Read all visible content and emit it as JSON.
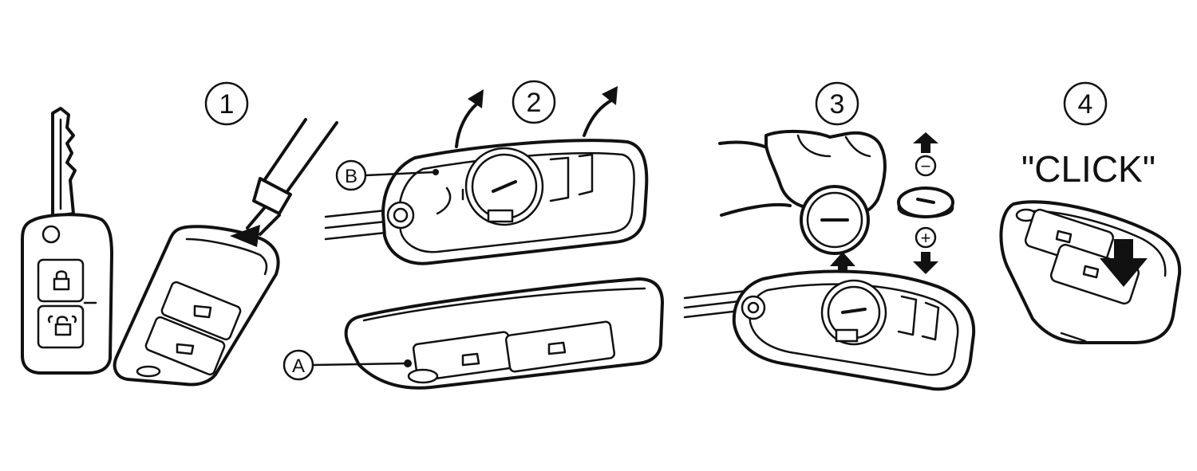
{
  "steps": [
    {
      "number": "1"
    },
    {
      "number": "2"
    },
    {
      "number": "3"
    },
    {
      "number": "4"
    }
  ],
  "callouts": {
    "a": "A",
    "b": "B"
  },
  "click_text": "\"CLICK\"",
  "polarity": {
    "minus": "−",
    "plus": "+"
  },
  "icons": [
    "padlock-icon",
    "unlock-icon",
    "arrow-up-icon",
    "arrow-down-icon",
    "double-arrow-icon",
    "press-arrow-icon",
    "screwdriver-icon",
    "lift-arrow-icon"
  ],
  "colors": {
    "line": "#111111",
    "background": "#ffffff"
  }
}
